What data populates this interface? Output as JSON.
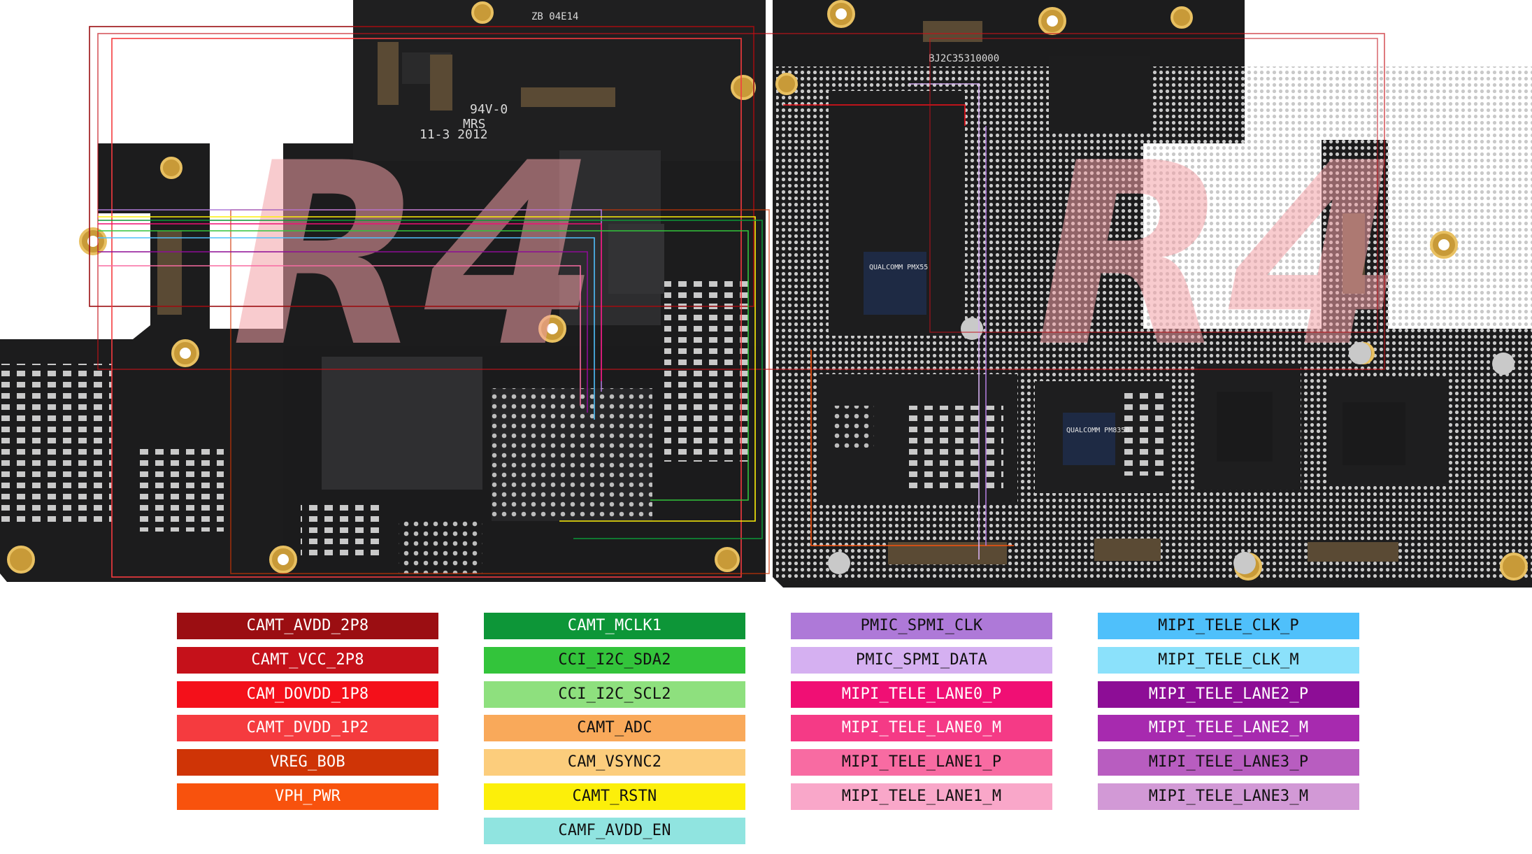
{
  "board": {
    "silkscreen": [
      "94V-0",
      "MRS",
      "11-3 2012",
      "ZB 04E14",
      "BJ2C35310000",
      "QUALCOMM PMX55",
      "QUALCOMM PM8350"
    ],
    "watermark": "R4"
  },
  "legend": {
    "columns": [
      [
        {
          "label": "CAMT_AVDD_2P8",
          "color": "#9b0e12",
          "text_color": "#ffffff"
        },
        {
          "label": "CAMT_VCC_2P8",
          "color": "#c5111a",
          "text_color": "#ffffff"
        },
        {
          "label": "CAM_DOVDD_1P8",
          "color": "#f4101a",
          "text_color": "#ffffff"
        },
        {
          "label": "CAMT_DVDD_1P2",
          "color": "#f53b3f",
          "text_color": "#ffffff"
        },
        {
          "label": "VREG_BOB",
          "color": "#cf3406",
          "text_color": "#ffffff"
        },
        {
          "label": "VPH_PWR",
          "color": "#f8520d",
          "text_color": "#ffffff"
        }
      ],
      [
        {
          "label": "CAMT_MCLK1",
          "color": "#0d9638",
          "text_color": "#ffffff"
        },
        {
          "label": "CCI_I2C_SDA2",
          "color": "#33c43b",
          "text_color": "#111111"
        },
        {
          "label": "CCI_I2C_SCL2",
          "color": "#8ee07e",
          "text_color": "#111111"
        },
        {
          "label": "CAMT_ADC",
          "color": "#f9a95a",
          "text_color": "#111111"
        },
        {
          "label": "CAM_VSYNC2",
          "color": "#fccd7c",
          "text_color": "#111111"
        },
        {
          "label": "CAMT_RSTN",
          "color": "#fcef0a",
          "text_color": "#111111"
        },
        {
          "label": "CAMF_AVDD_EN",
          "color": "#90e4e0",
          "text_color": "#111111"
        }
      ],
      [
        {
          "label": "PMIC_SPMI_CLK",
          "color": "#ae79d8",
          "text_color": "#111111"
        },
        {
          "label": "PMIC_SPMI_DATA",
          "color": "#d5b0f1",
          "text_color": "#111111"
        },
        {
          "label": "MIPI_TELE_LANE0_P",
          "color": "#f00f74",
          "text_color": "#ffffff"
        },
        {
          "label": "MIPI_TELE_LANE0_M",
          "color": "#f53a86",
          "text_color": "#ffffff"
        },
        {
          "label": "MIPI_TELE_LANE1_P",
          "color": "#f86ba2",
          "text_color": "#111111"
        },
        {
          "label": "MIPI_TELE_LANE1_M",
          "color": "#f9a7c9",
          "text_color": "#111111"
        }
      ],
      [
        {
          "label": "MIPI_TELE_CLK_P",
          "color": "#4fc0fb",
          "text_color": "#111111"
        },
        {
          "label": "MIPI_TELE_CLK_M",
          "color": "#8be1fb",
          "text_color": "#111111"
        },
        {
          "label": "MIPI_TELE_LANE2_P",
          "color": "#8d0d96",
          "text_color": "#ffffff"
        },
        {
          "label": "MIPI_TELE_LANE2_M",
          "color": "#a72aaf",
          "text_color": "#ffffff"
        },
        {
          "label": "MIPI_TELE_LANE3_P",
          "color": "#b85dc0",
          "text_color": "#111111"
        },
        {
          "label": "MIPI_TELE_LANE3_M",
          "color": "#d299d6",
          "text_color": "#111111"
        }
      ]
    ]
  }
}
